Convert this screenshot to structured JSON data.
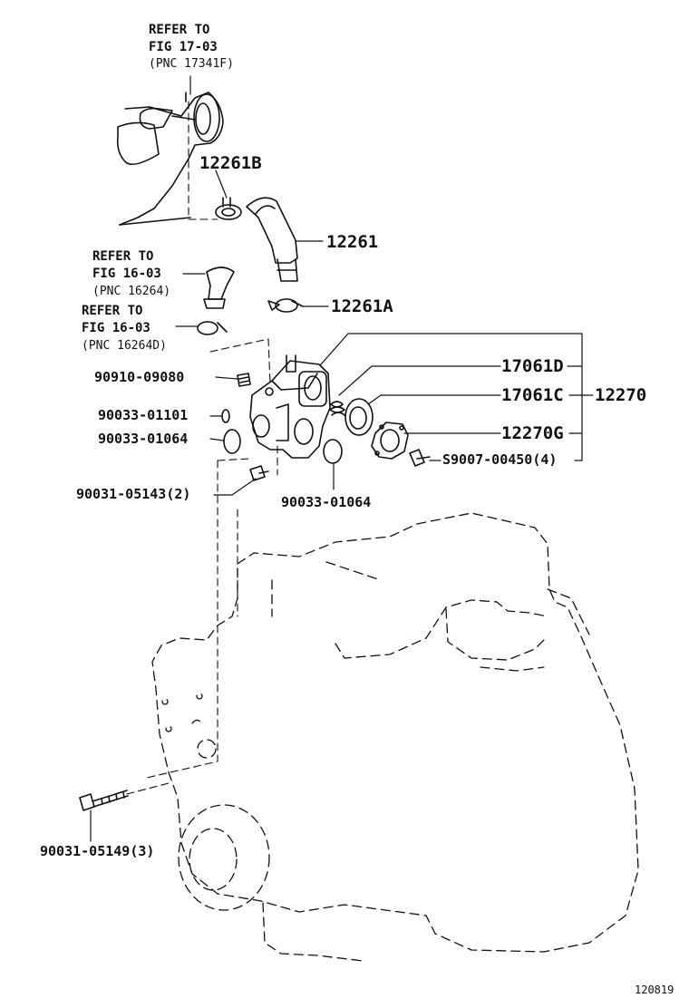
{
  "references": [
    {
      "refer": "REFER TO",
      "fig": "FIG 17-03",
      "pnc": "(PNC 17341F)"
    },
    {
      "refer": "REFER TO",
      "fig": "FIG 16-03",
      "pnc": "(PNC 16264)"
    },
    {
      "refer": "REFER TO",
      "fig": "FIG 16-03",
      "pnc": "(PNC 16264D)"
    }
  ],
  "parts": {
    "hose_clip_b": "12261B",
    "hose": "12261",
    "hose_clip_a": "12261A",
    "water_inlet_assembly": "12270",
    "gasket_d": "17061D",
    "gasket_c": "17061C",
    "cover_g": "12270G",
    "bolt_4": "S9007-00450(4)",
    "plug": "90910-09080",
    "oring_small": "90033-01101",
    "oring_large_left": "90033-01064",
    "bolt_2": "90031-05143(2)",
    "oring_large_right": "90033-01064",
    "bolt_3": "90031-05149(3)"
  },
  "figure_number": "120819",
  "colors": {
    "line": "#111111",
    "background": "#ffffff"
  }
}
